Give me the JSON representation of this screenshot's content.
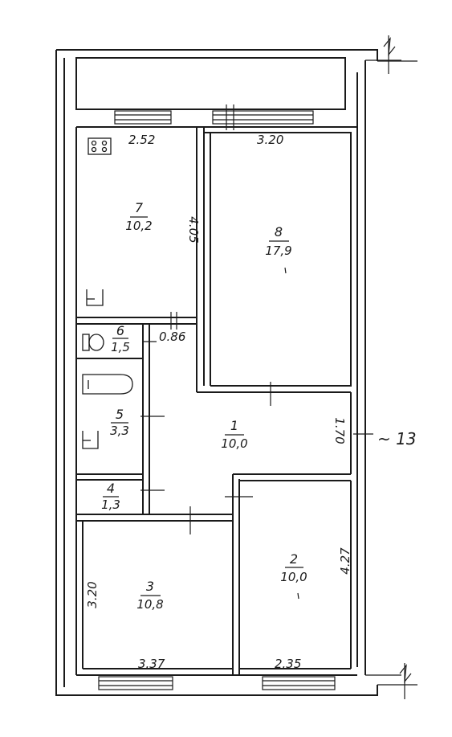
{
  "rooms": [
    {
      "id": "1",
      "area": "10,0"
    },
    {
      "id": "2",
      "area": "10,0"
    },
    {
      "id": "3",
      "area": "10,8"
    },
    {
      "id": "4",
      "area": "1,3"
    },
    {
      "id": "5",
      "area": "3,3"
    },
    {
      "id": "6",
      "area": "1,5"
    },
    {
      "id": "7",
      "area": "10,2"
    },
    {
      "id": "8",
      "area": "17,9"
    }
  ],
  "dimensions": {
    "kitchen_width": "2.52",
    "room8_width": "3.20",
    "kitchen_depth": "4.05",
    "bath_door": "0.86",
    "hall_depth": "1.70",
    "room3_depth": "3.20",
    "room3_width": "3.37",
    "room2_width": "2.35",
    "room2_depth": "4.27"
  },
  "axis_marker": "~ 13"
}
